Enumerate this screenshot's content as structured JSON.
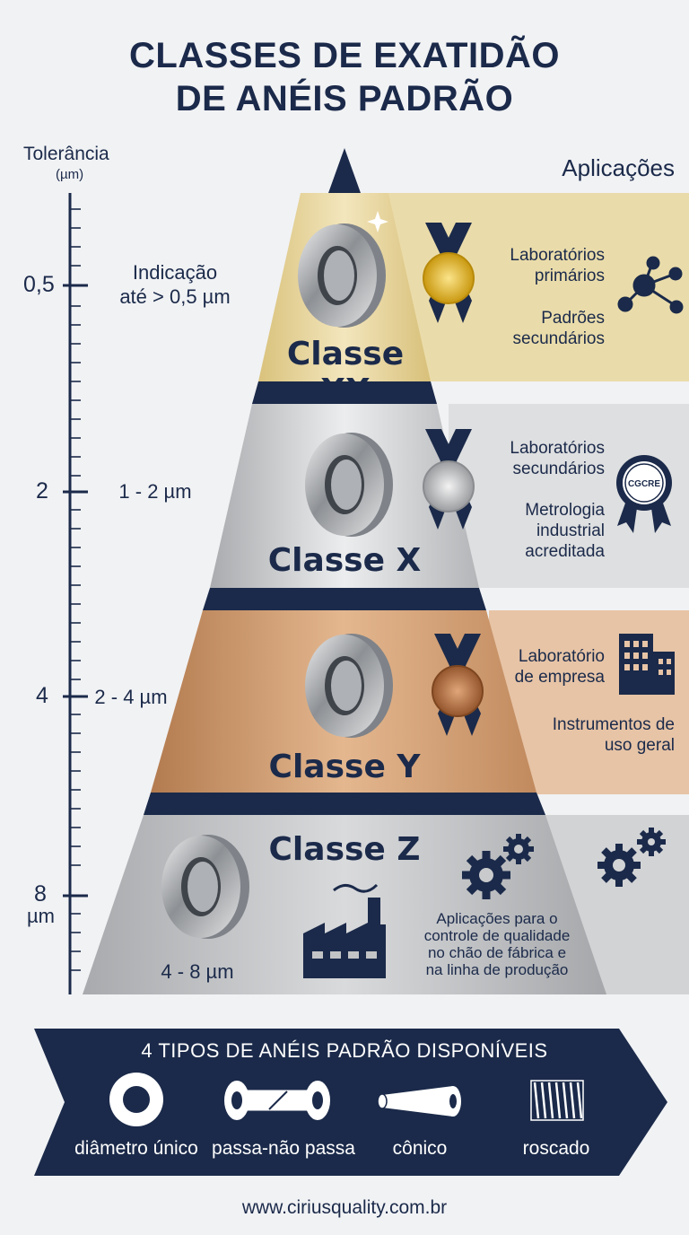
{
  "title": {
    "line1": "CLASSES DE EXATIDÃO",
    "line2": "DE ANÉIS PADRÃO"
  },
  "axis": {
    "heading": "Tolerância",
    "unit": "(µm)",
    "ticks": [
      "0,5",
      "2",
      "4",
      "8"
    ],
    "tick_8_unit": "µm"
  },
  "applications_heading": "Aplicações",
  "tiers": [
    {
      "class": "Classe XX",
      "range": "Indicação\naté > 0,5 µm",
      "medal": "gold-medal-icon",
      "apps": [
        "Laboratórios\nprimários",
        "Padrões\nsecundários"
      ],
      "app_icon": "network-icon",
      "color": "#e6d39a"
    },
    {
      "class": "Classe X",
      "range": "1 - 2 µm",
      "medal": "silver-medal-icon",
      "apps": [
        "Laboratórios\nsecundários",
        "Metrologia\nindustrial\nacreditada"
      ],
      "app_icon": "cgcre-seal-icon",
      "seal_text": "CGCRE",
      "color": "#c9cacc"
    },
    {
      "class": "Classe Y",
      "range": "2 - 4 µm",
      "medal": "bronze-medal-icon",
      "apps": [
        "Laboratório\nde empresa",
        "Instrumentos de\nuso geral"
      ],
      "app_icon": "building-icon",
      "color": "#c9956b"
    },
    {
      "class": "Classe Z",
      "range": "4 - 8 µm",
      "apps": [
        "Aplicações para o\ncontrole de qualidade\nno chão de fábrica e\nna linha de produção"
      ],
      "app_icon": "gears-icon",
      "color": "#b9bbbd"
    }
  ],
  "banner": {
    "title": "4 TIPOS DE ANÉIS PADRÃO DISPONÍVEIS",
    "types": [
      {
        "label": "diâmetro único",
        "icon": "ring-icon"
      },
      {
        "label": "passa-não passa",
        "icon": "go-nogo-gauge-icon"
      },
      {
        "label": "cônico",
        "icon": "tapered-ring-icon"
      },
      {
        "label": "roscado",
        "icon": "threaded-ring-icon"
      }
    ]
  },
  "footer": "www.ciriusquality.com.br",
  "colors": {
    "navy": "#1b2a4a",
    "gold": "#e6d39a",
    "silver": "#c9cacc",
    "bronze": "#c9956b",
    "grey": "#b9bbbd"
  }
}
